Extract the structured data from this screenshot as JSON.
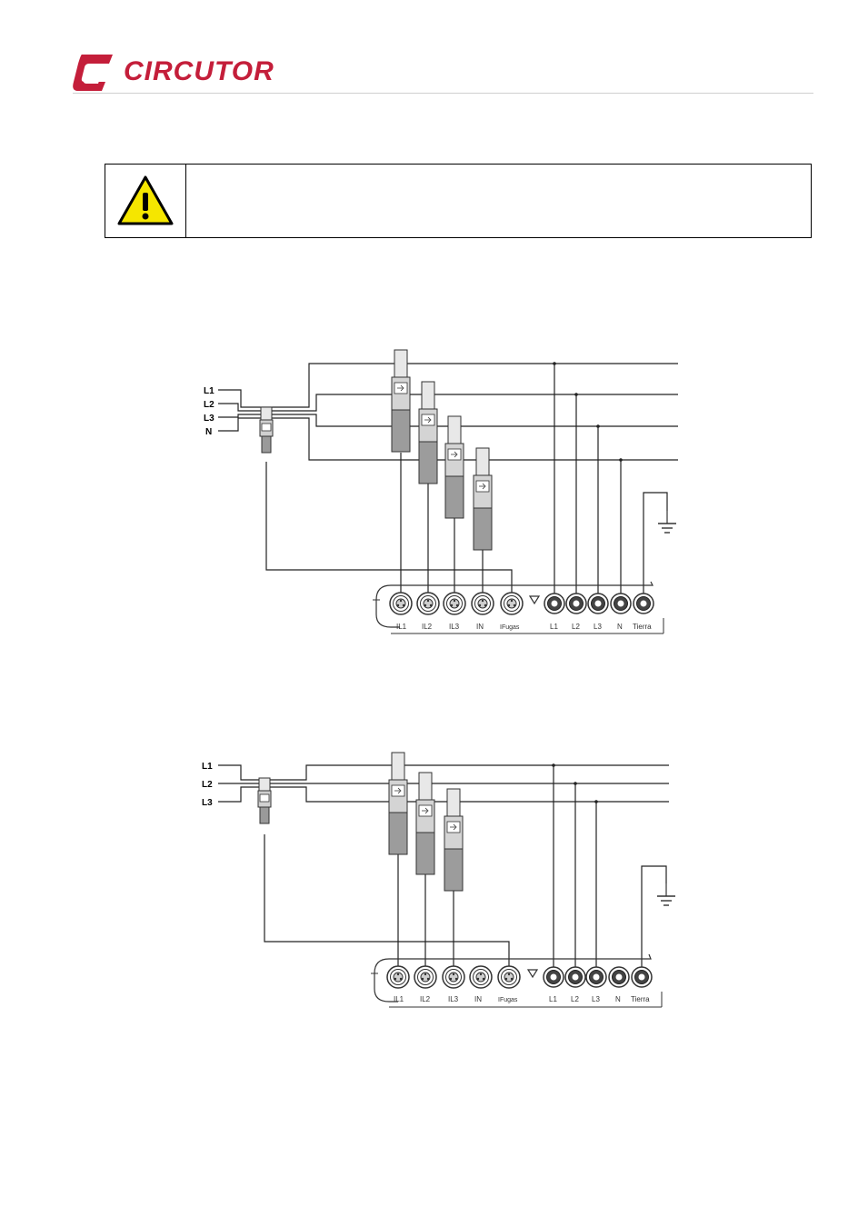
{
  "header": {
    "brand": "CIRCUTOR"
  },
  "diagram1": {
    "lines": [
      "L1",
      "L2",
      "L3",
      "N"
    ],
    "terminals": [
      "IL1",
      "IL2",
      "IL3",
      "IN",
      "IFugas",
      "L1",
      "L2",
      "L3",
      "N",
      "Tierra"
    ]
  },
  "diagram2": {
    "lines": [
      "L1",
      "L2",
      "L3"
    ],
    "terminals": [
      "IL1",
      "IL2",
      "IL3",
      "IN",
      "IFugas",
      "L1",
      "L2",
      "L3",
      "N",
      "Tierra"
    ]
  },
  "colors": {
    "brand": "#c41e3a",
    "warning": "#f5e600"
  }
}
